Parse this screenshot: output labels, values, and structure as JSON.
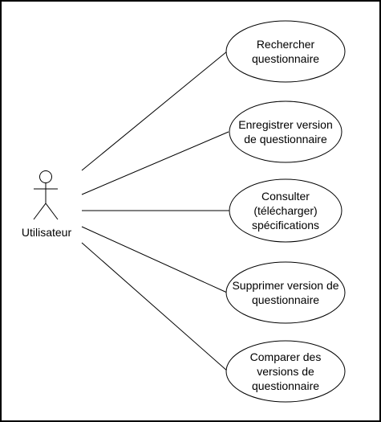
{
  "actor": {
    "name": "Utilisateur"
  },
  "use_cases": [
    {
      "lines": [
        "Rechercher",
        "questionnaire"
      ]
    },
    {
      "lines": [
        "Enregistrer version",
        "de questionnaire"
      ]
    },
    {
      "lines": [
        "Consulter",
        "(télécharger)",
        "spécifications"
      ]
    },
    {
      "lines": [
        "Supprimer version de",
        "questionnaire"
      ]
    },
    {
      "lines": [
        "Comparer des",
        "versions de",
        "questionnaire"
      ]
    }
  ],
  "colors": {
    "stroke": "#000000",
    "fill": "#ffffff"
  }
}
